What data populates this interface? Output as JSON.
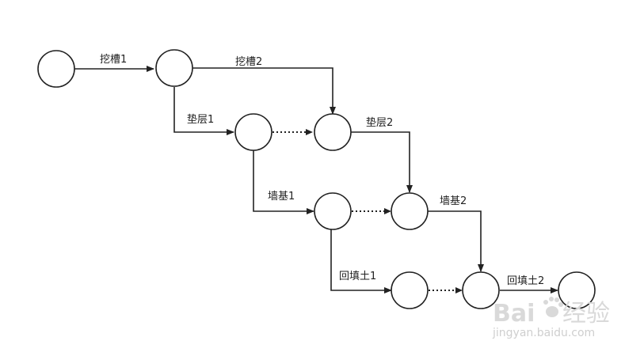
{
  "diagram": {
    "activities": {
      "wacao1": "挖槽1",
      "wacao2": "挖槽2",
      "dianceng1": "垫层1",
      "dianceng2": "垫层2",
      "qiangji1": "墙基1",
      "qiangji2": "墙基2",
      "huitiantu1": "回填土1",
      "huitiantu2": "回填土2"
    }
  },
  "watermark": {
    "brand_left": "Bai",
    "brand_right": "经验",
    "url": "jingyan.baidu.com"
  },
  "colors": {
    "line": "#222222",
    "node_fill": "#ffffff",
    "watermark": "#d9d9d9"
  }
}
